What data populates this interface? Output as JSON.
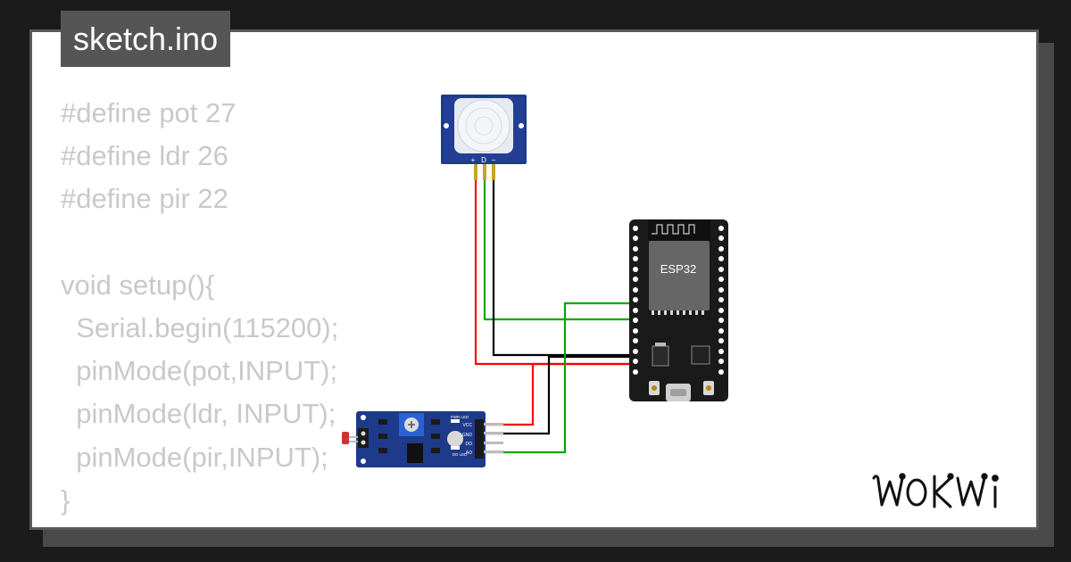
{
  "sketch": {
    "filename": "sketch.ino"
  },
  "code_lines": [
    "#define pot 27",
    "#define ldr 26",
    "#define pir 22",
    "",
    "void setup(){",
    "  Serial.begin(115200);",
    "  pinMode(pot,INPUT);",
    "  pinMode(ldr, INPUT);",
    "  pinMode(pir,INPUT);",
    "}"
  ],
  "components": {
    "pir_sensor": {
      "pin_labels": [
        "+",
        "D",
        "−"
      ]
    },
    "esp32": {
      "label": "ESP32"
    },
    "ldr_module": {
      "led_labels": [
        "PWR LED",
        "DO LED"
      ],
      "pin_labels": [
        "VCC",
        "GND",
        "DO",
        "AO"
      ]
    }
  },
  "wires": [
    {
      "from": "pir_sensor.+",
      "to": "esp32",
      "color": "#ff0000"
    },
    {
      "from": "pir_sensor.D",
      "to": "esp32",
      "color": "#00aa00"
    },
    {
      "from": "pir_sensor.-",
      "to": "esp32",
      "color": "#000000"
    },
    {
      "from": "ldr_module.VCC",
      "to": "esp32",
      "color": "#ff0000"
    },
    {
      "from": "ldr_module.GND",
      "to": "esp32",
      "color": "#000000"
    },
    {
      "from": "ldr_module.AO",
      "to": "esp32",
      "color": "#00aa00"
    }
  ],
  "brand": {
    "logo": "WOKWi"
  },
  "colors": {
    "background": "#1b1b1b",
    "card": "#ffffff",
    "code_text": "#c9c9c9",
    "board_blue": "#1e3a8a",
    "esp32_board": "#1a1a1a"
  }
}
